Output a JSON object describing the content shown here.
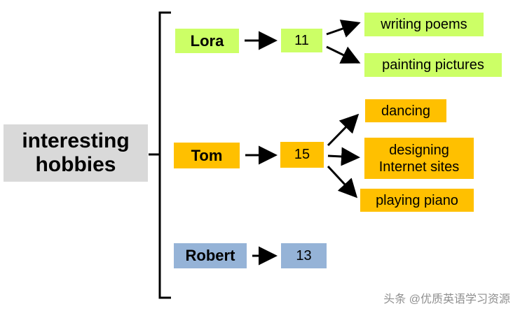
{
  "title": "interesting hobbies",
  "people": [
    {
      "name": "Lora",
      "age": "11",
      "hobbies": [
        "writing poems",
        "painting pictures"
      ]
    },
    {
      "name": "Tom",
      "age": "15",
      "hobbies": [
        "dancing",
        "designing Internet sites",
        "playing piano"
      ]
    },
    {
      "name": "Robert",
      "age": "13",
      "hobbies": []
    }
  ],
  "watermark": "头条 @优质英语学习资源",
  "colors": {
    "lora_green": "#ccff66",
    "tom_orange": "#ffc000",
    "robert_blue": "#95b3d7",
    "root_gray": "#d9d9d9",
    "line_black": "#000000"
  }
}
